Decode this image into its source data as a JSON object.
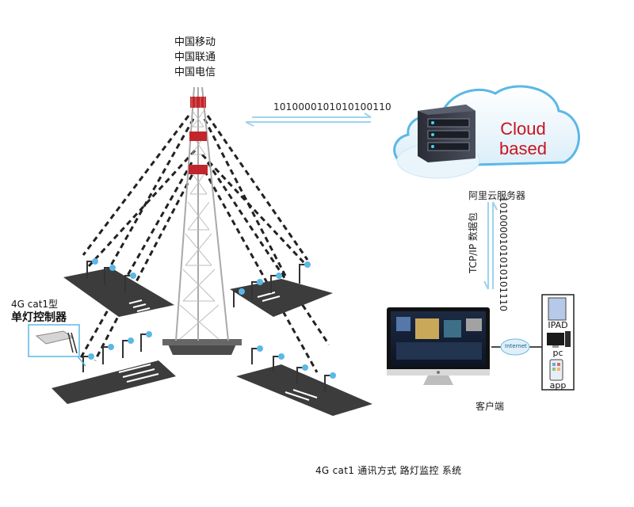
{
  "carriers": [
    "中国移动",
    "中国联通",
    "中国电信"
  ],
  "binary_top": "1010000101010100110",
  "cloud": {
    "title_line1": "Cloud",
    "title_line2": "based",
    "caption": "阿里云服务器"
  },
  "link_vertical_label": "TCP/IP 数据包",
  "binary_vertical": "1010000101010101110",
  "internet_label": "Internet",
  "devices": [
    "IPAD",
    "pc",
    "app"
  ],
  "client_caption": "客户端",
  "controller": {
    "line1": "4G cat1型",
    "line2": "单灯控制器"
  },
  "footer": "4G cat1 通讯方式 路灯监控 系统",
  "colors": {
    "accent_red": "#c8141e",
    "cloud_blue": "#5bb8e6",
    "road": "#3c3c3c",
    "tower": "#b8b8b8",
    "tower_red": "#c0262c"
  },
  "icons": [
    "cell-tower-icon",
    "server-icon",
    "cloud-icon",
    "monitor-icon",
    "street-lamp-icon",
    "controller-device-icon",
    "tablet-icon",
    "desktop-pc-icon",
    "phone-app-icon"
  ]
}
